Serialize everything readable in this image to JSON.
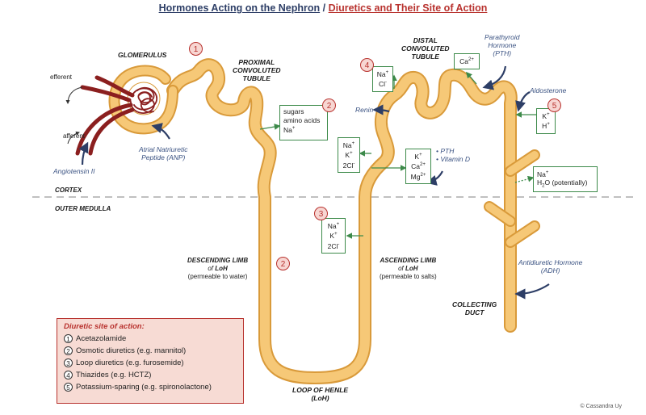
{
  "title": {
    "part1": "Hormones Acting on the Nephron",
    "separator": "/",
    "part2": "Diuretics and Their Site of Action"
  },
  "structures": {
    "glomerulus": "GLOMERULUS",
    "pct": [
      "PROXIMAL",
      "CONVOLUTED",
      "TUBULE"
    ],
    "dct": [
      "DISTAL",
      "CONVOLUTED",
      "TUBULE"
    ],
    "descending": {
      "line1": "DESCENDING LIMB",
      "of": "of",
      "loh": "LoH",
      "note": "(permeable to water)"
    },
    "ascending": {
      "line1": "ASCENDING LIMB",
      "of": "of",
      "loh": "LoH",
      "note": "(permeable to salts)"
    },
    "loop": [
      "LOOP OF HENLE",
      "(LoH)"
    ],
    "collecting": [
      "COLLECTING",
      "DUCT"
    ]
  },
  "arterioles": {
    "efferent": "efferent",
    "afferent": "afferent"
  },
  "regions": {
    "cortex": "CORTEX",
    "medulla": "OUTER MEDULLA"
  },
  "hormones": {
    "angiotensin": "Angiotensin II",
    "anp": [
      "Atrial Natriuretic",
      "Peptide (ANP)"
    ],
    "pth": [
      "Parathyroid",
      "Hormone",
      "(PTH)"
    ],
    "aldosterone": "Aldosterone",
    "renin": "Renin",
    "pth_vitd": [
      "• PTH",
      "• Vitamin D"
    ],
    "adh": [
      "Antidiuretic Hormone",
      "(ADH)"
    ]
  },
  "boxes": {
    "pct_box": [
      "sugars",
      "amino acids",
      "Na"
    ],
    "asc_box": [
      "Na",
      "K",
      "2Cl"
    ],
    "loop_box": [
      "Na",
      "K",
      "2Cl"
    ],
    "dct_box": [
      "Na",
      "Cl"
    ],
    "ca_box": "Ca",
    "kca_box": [
      "K",
      "Ca",
      "Mg"
    ],
    "kh_box": [
      "K",
      "H"
    ],
    "na_h2o_box": [
      "Na",
      "H",
      "O (potentially)"
    ]
  },
  "charges": {
    "plus": "+",
    "minus": "-",
    "two_plus": "2+",
    "sub2": "2"
  },
  "numbers": [
    "1",
    "2",
    "3",
    "4",
    "5"
  ],
  "legend": {
    "title": "Diuretic site of action:",
    "items": [
      {
        "n": "1",
        "text": "Acetazolamide"
      },
      {
        "n": "2",
        "text": "Osmotic diuretics (e.g. mannitol)"
      },
      {
        "n": "3",
        "text": "Loop diuretics (e.g. furosemide)"
      },
      {
        "n": "4",
        "text": "Thiazides (e.g. HCTZ)"
      },
      {
        "n": "5",
        "text": "Potassium-sparing (e.g. spironolactone)"
      }
    ]
  },
  "copyright": "© Cassandra Uy",
  "colors": {
    "tubule_fill": "#f6c877",
    "tubule_stroke": "#d99a3a",
    "vessel": "#8b1f1f",
    "arrow_blue": "#2d3e66",
    "arrow_green": "#3d8a4a",
    "accent_red": "#b8322e"
  }
}
